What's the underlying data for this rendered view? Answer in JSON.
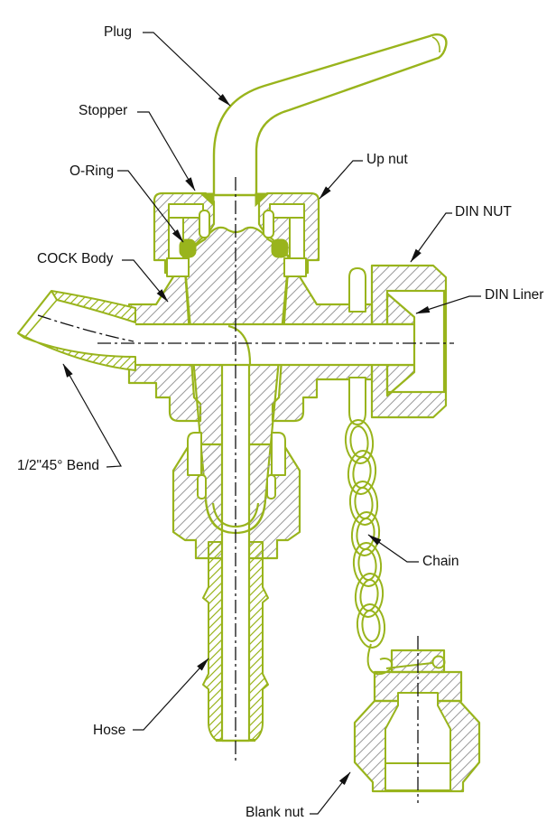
{
  "diagram": {
    "type": "technical-sectional-drawing",
    "subject": "Drain cock valve assembly cross-section",
    "colors": {
      "part_outline_green": "#99b41c",
      "hatch_gray": "#9b9b9b",
      "annotation_black": "#111111",
      "background": "#ffffff"
    },
    "labels": {
      "plug": "Plug",
      "stopper": "Stopper",
      "o_ring": "O-Ring",
      "up_nut": "Up nut",
      "din_nut": "DIN NUT",
      "cock_body": "COCK Body",
      "din_liner": "DIN Liner",
      "bend": "1/2\"45° Bend",
      "chain": "Chain",
      "hose": "Hose",
      "blank_nut": "Blank nut"
    }
  }
}
